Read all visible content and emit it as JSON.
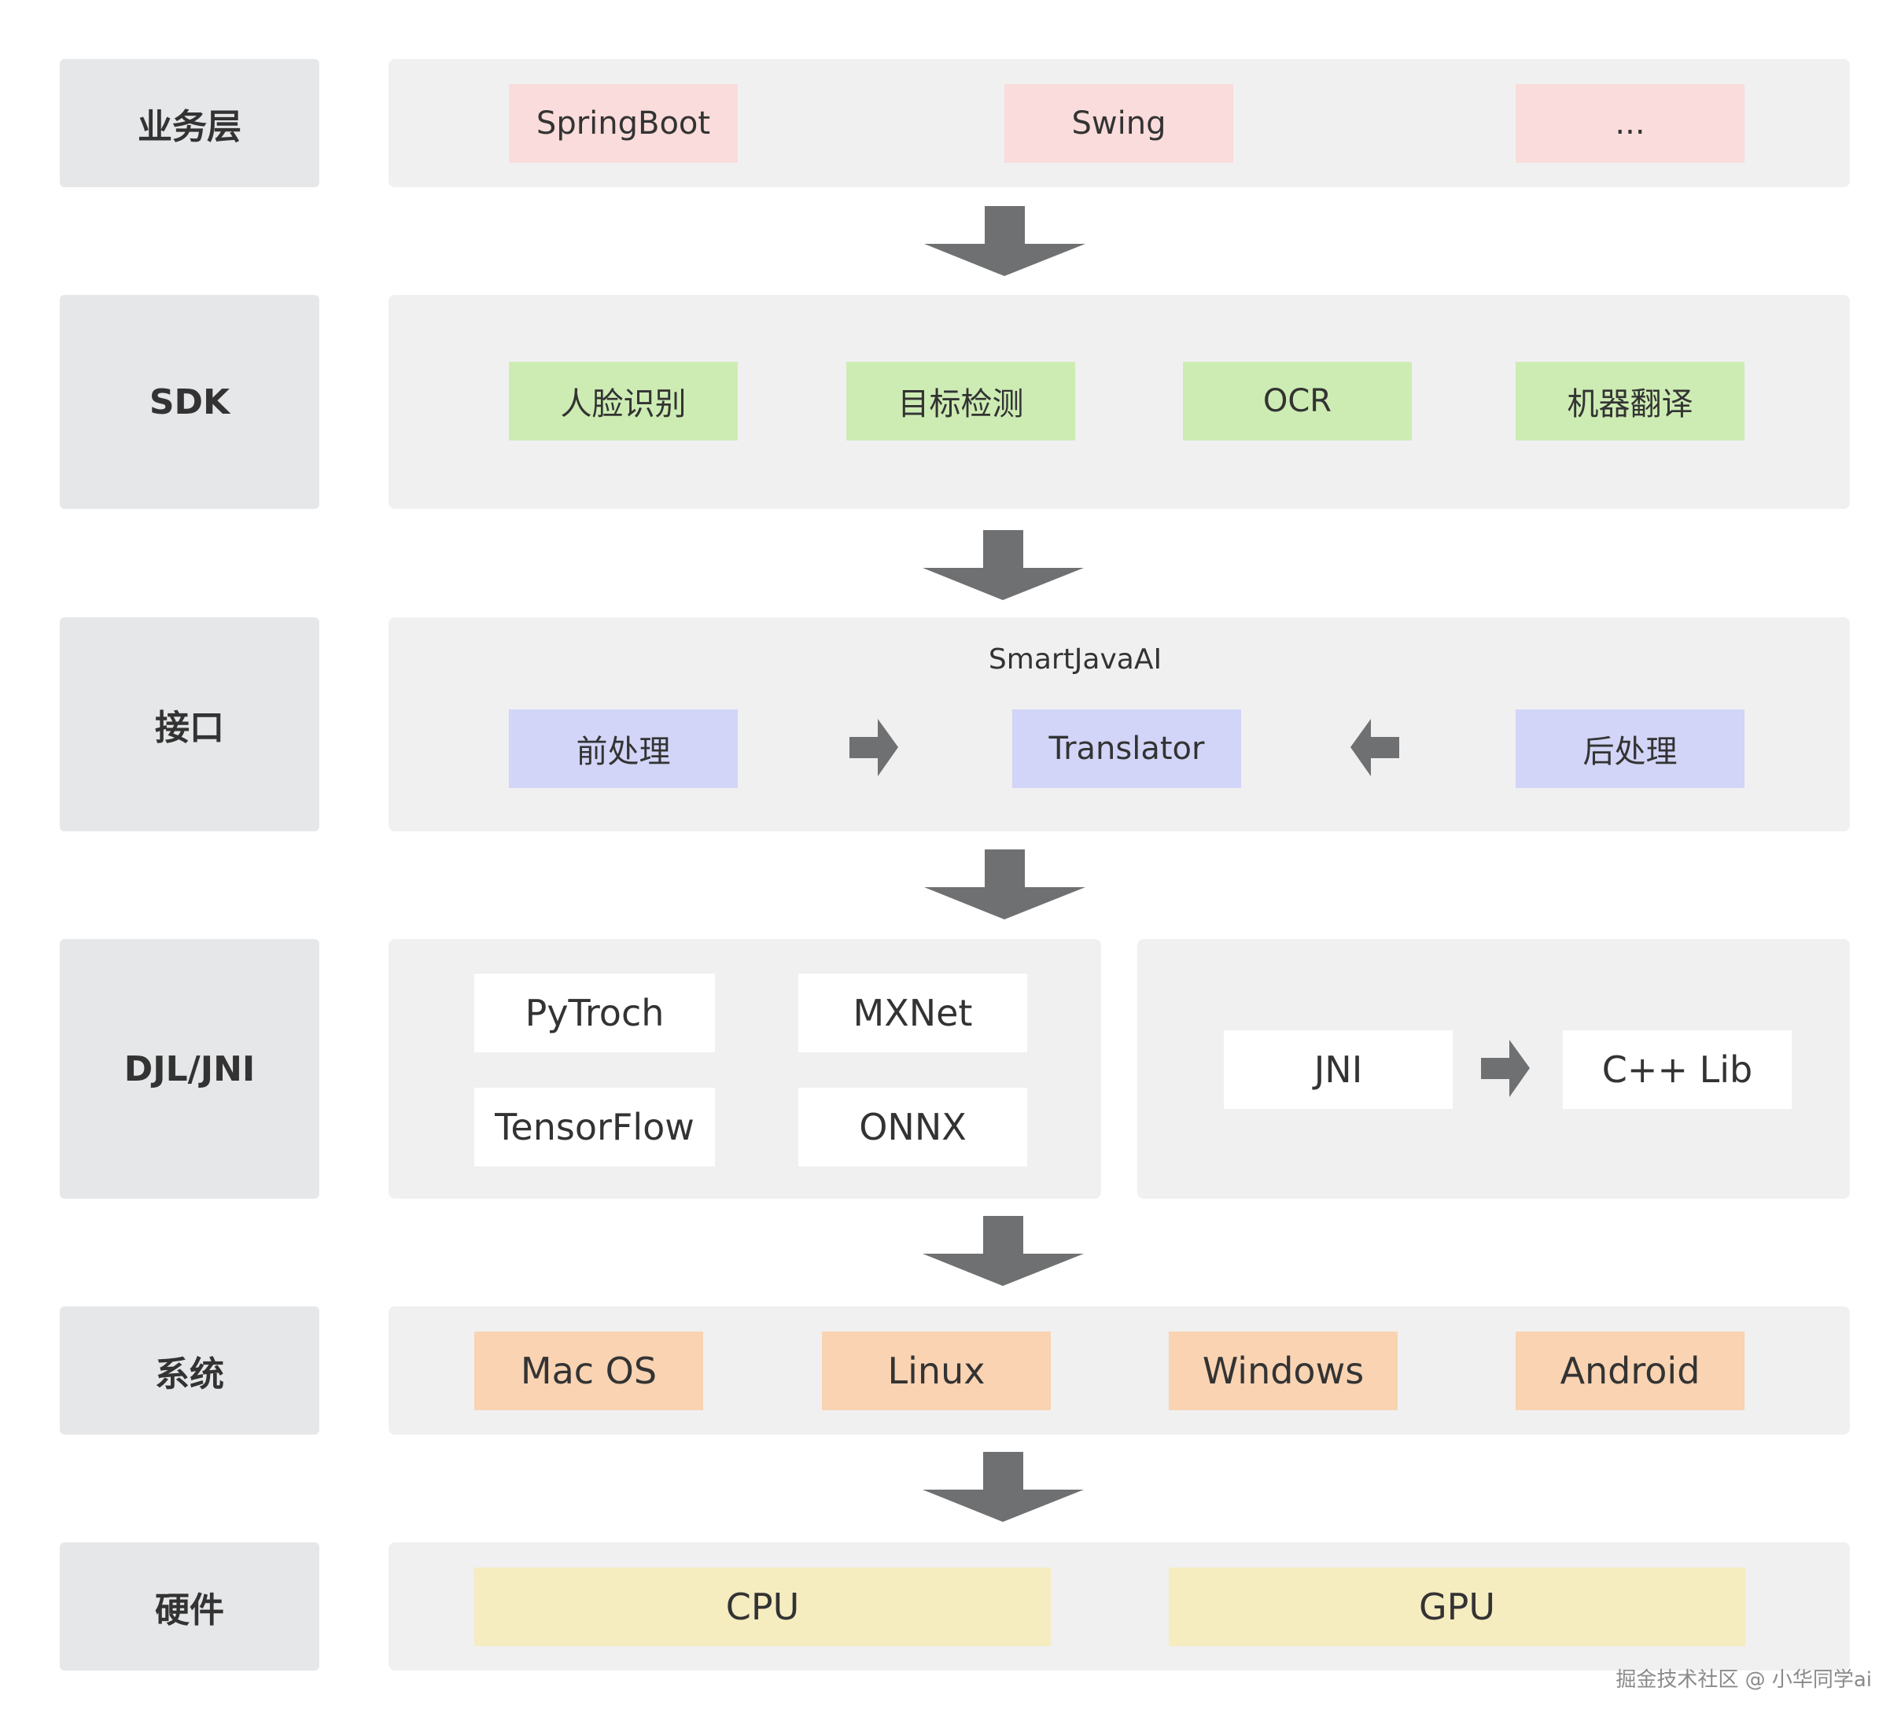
{
  "colors": {
    "label_bg": "#e6e7e9",
    "panel_bg": "#f0f0f0",
    "arrow": "#6f7071",
    "business": "#f9dcdb",
    "sdk": "#cdecb4",
    "interface": "#d2d5f7",
    "engine": "#ffffff",
    "system": "#f9d3b2",
    "hardware": "#f5ecc0"
  },
  "layers": {
    "business": {
      "label": "业务层",
      "items": [
        "SpringBoot",
        "Swing",
        "..."
      ]
    },
    "sdk": {
      "label": "SDK",
      "items": [
        "人脸识别",
        "目标检测",
        "OCR",
        "机器翻译"
      ]
    },
    "interface": {
      "label": "接口",
      "title": "SmartJavaAI",
      "items": [
        "前处理",
        "Translator",
        "后处理"
      ]
    },
    "djl_jni": {
      "label": "DJL/JNI",
      "engines": [
        "PyTroch",
        "MXNet",
        "TensorFlow",
        "ONNX"
      ],
      "native": [
        "JNI",
        "C++ Lib"
      ]
    },
    "system": {
      "label": "系统",
      "items": [
        "Mac OS",
        "Linux",
        "Windows",
        "Android"
      ]
    },
    "hardware": {
      "label": "硬件",
      "items": [
        "CPU",
        "GPU"
      ]
    }
  },
  "arrow_icon": "arrow-icon",
  "watermark": "掘金技术社区 @ 小华同学ai"
}
